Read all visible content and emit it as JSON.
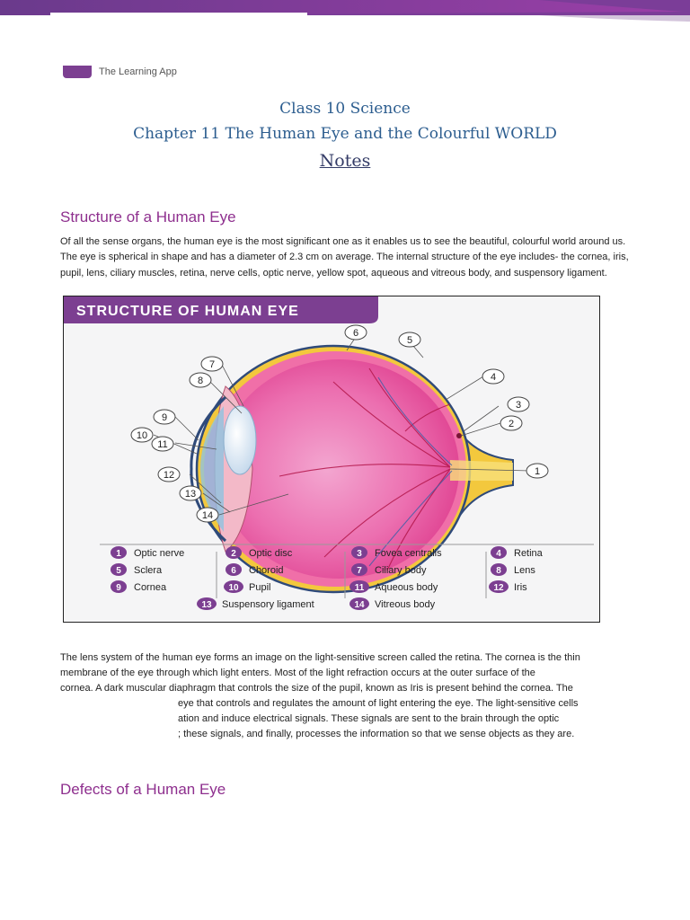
{
  "brand": {
    "app_name": "The Learning App"
  },
  "header": {
    "class_title": "Class 10 Science",
    "chapter_title": "Chapter 11 The Human Eye and the Colourful WORLD",
    "notes_label": "Notes"
  },
  "section1": {
    "heading": "Structure of a Human Eye",
    "paragraph": "Of all the sense organs, the human eye is the most significant one as it enables us to see the beautiful, colourful world around us. The eye is spherical in shape and has a diameter of 2.3 cm on average. The internal structure of the eye includes- the cornea, iris, pupil, lens, ciliary muscles, retina, nerve cells, optic nerve, yellow spot, aqueous and vitreous body, and suspensory ligament."
  },
  "figure": {
    "banner": "STRUCTURE OF HUMAN EYE",
    "legend": [
      {
        "num": "1",
        "label": "Optic nerve"
      },
      {
        "num": "2",
        "label": "Optic disc"
      },
      {
        "num": "3",
        "label": "Fovea centralis"
      },
      {
        "num": "4",
        "label": "Retina"
      },
      {
        "num": "5",
        "label": "Sclera"
      },
      {
        "num": "6",
        "label": "Choroid"
      },
      {
        "num": "7",
        "label": "Ciliary body"
      },
      {
        "num": "8",
        "label": "Lens"
      },
      {
        "num": "9",
        "label": "Cornea"
      },
      {
        "num": "10",
        "label": "Pupil"
      },
      {
        "num": "11",
        "label": "Aqueous body"
      },
      {
        "num": "12",
        "label": "Iris"
      },
      {
        "num": "13",
        "label": "Suspensory ligament"
      },
      {
        "num": "14",
        "label": "Vitreous body"
      }
    ]
  },
  "section1_cont": {
    "lines": [
      "The lens system of the human eye forms an image on the light-sensitive screen called the retina. The cornea is the thin",
      "membrane of the eye through which light enters. Most of the light refraction occurs at the outer surface of the",
      "cornea. A dark muscular diaphragm that controls the size of the pupil, known as Iris is present behind the cornea. The",
      "eye that controls and regulates the amount of light entering the eye. The light-sensitive cells",
      "ation and induce electrical signals. These signals are sent to the brain through the optic",
      "; these signals, and finally, processes the information so that we sense objects as they are."
    ]
  },
  "section2": {
    "heading": "Defects of a Human Eye"
  },
  "colors": {
    "accent_purple": "#7c3f91",
    "heading_purple": "#8e2f8e",
    "title_blue": "#2c5d8f",
    "top_gradient_end": "#9b3fa8"
  }
}
